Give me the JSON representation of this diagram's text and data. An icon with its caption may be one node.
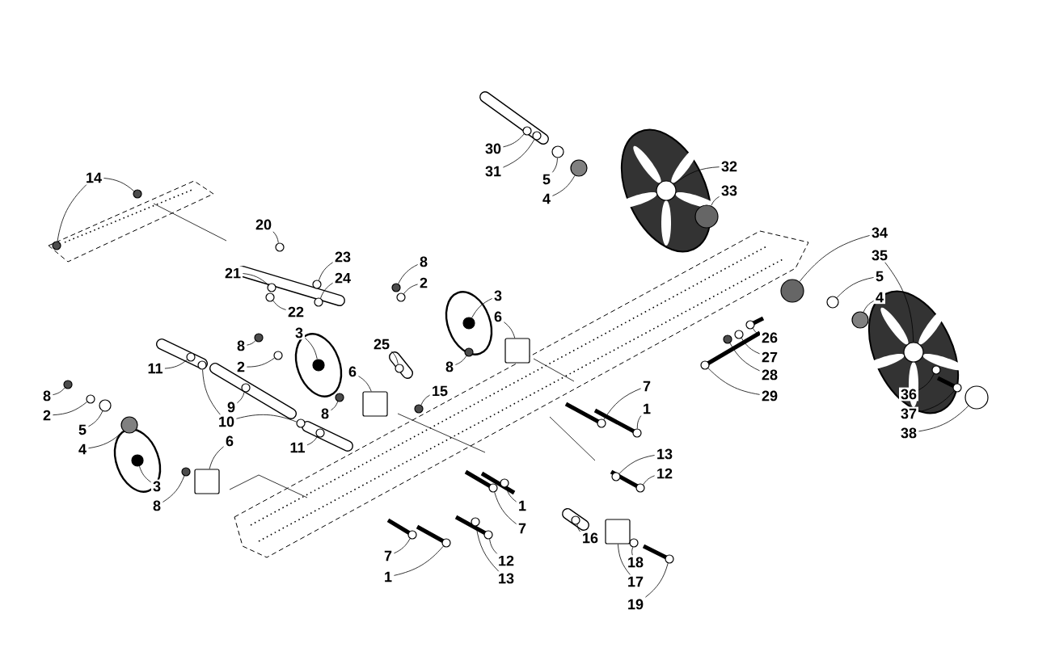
{
  "diagram": {
    "nodes": [
      {
        "text": [
          "14"
        ]
      },
      {
        "text": [
          "20"
        ]
      },
      {
        "text": [
          "21"
        ]
      },
      {
        "text": [
          "23"
        ]
      },
      {
        "text": [
          "24"
        ]
      },
      {
        "text": [
          "22"
        ]
      },
      {
        "text": [
          "8"
        ]
      },
      {
        "text": [
          "3"
        ]
      },
      {
        "text": [
          "2"
        ]
      },
      {
        "text": [
          "11"
        ]
      },
      {
        "text": [
          "8"
        ]
      },
      {
        "text": [
          "2"
        ]
      },
      {
        "text": [
          "3"
        ]
      },
      {
        "text": [
          "6"
        ]
      },
      {
        "text": [
          "8"
        ]
      },
      {
        "text": [
          "2"
        ]
      },
      {
        "text": [
          "9"
        ]
      },
      {
        "text": [
          "10"
        ]
      },
      {
        "text": [
          "8"
        ]
      },
      {
        "text": [
          "25"
        ]
      },
      {
        "text": [
          "6"
        ]
      },
      {
        "text": [
          "15"
        ]
      },
      {
        "text": [
          "8"
        ]
      },
      {
        "text": [
          "5"
        ]
      },
      {
        "text": [
          "4"
        ]
      },
      {
        "text": [
          "11"
        ]
      },
      {
        "text": [
          "6"
        ]
      },
      {
        "text": [
          "3"
        ]
      },
      {
        "text": [
          "8"
        ]
      },
      {
        "text": [
          "30"
        ]
      },
      {
        "text": [
          "31"
        ]
      },
      {
        "text": [
          "5"
        ]
      },
      {
        "text": [
          "4"
        ]
      },
      {
        "text": [
          "32"
        ]
      },
      {
        "text": [
          "33"
        ]
      },
      {
        "text": [
          "34"
        ]
      },
      {
        "text": [
          "35"
        ]
      },
      {
        "text": [
          "5"
        ]
      },
      {
        "text": [
          "4"
        ]
      },
      {
        "text": [
          "26"
        ]
      },
      {
        "text": [
          "27"
        ]
      },
      {
        "text": [
          "28"
        ]
      },
      {
        "text": [
          "29"
        ]
      },
      {
        "text": [
          "7"
        ]
      },
      {
        "text": [
          "1"
        ]
      },
      {
        "text": [
          "13"
        ]
      },
      {
        "text": [
          "12"
        ]
      },
      {
        "text": [
          "36"
        ]
      },
      {
        "text": [
          "37"
        ]
      },
      {
        "text": [
          "38"
        ]
      },
      {
        "text": [
          "1"
        ]
      },
      {
        "text": [
          "7"
        ]
      },
      {
        "text": [
          "16"
        ]
      },
      {
        "text": [
          "18"
        ]
      },
      {
        "text": [
          "12"
        ]
      },
      {
        "text": [
          "13"
        ]
      },
      {
        "text": [
          "17"
        ]
      },
      {
        "text": [
          "7"
        ]
      },
      {
        "text": [
          "1"
        ]
      },
      {
        "text": [
          "19"
        ]
      },
      {
        "text": [],
        "shape": "circle"
      },
      {
        "text": [],
        "shape": "circle"
      },
      {
        "text": [],
        "shape": "circle"
      },
      {
        "text": [],
        "shape": "circle"
      },
      {
        "text": [],
        "shape": "circle"
      },
      {
        "text": [],
        "shape": "circle"
      },
      {
        "text": [],
        "shape": "circle"
      },
      {
        "text": [],
        "shape": "circle"
      },
      {
        "text": [],
        "shape": "circle"
      },
      {
        "text": [],
        "shape": "circle"
      },
      {
        "text": [],
        "shape": "circle"
      },
      {
        "text": [],
        "shape": "circle"
      },
      {
        "text": [],
        "shape": "circle"
      },
      {
        "text": [],
        "shape": "circle"
      },
      {
        "text": [],
        "shape": "box"
      },
      {
        "text": [],
        "shape": "circle"
      },
      {
        "text": [],
        "shape": "circle"
      },
      {
        "text": [],
        "shape": "circle"
      },
      {
        "text": [],
        "shape": "circle"
      },
      {
        "text": [],
        "shape": "circle"
      },
      {
        "text": [],
        "shape": "circle"
      },
      {
        "text": [],
        "shape": "circle"
      },
      {
        "text": [],
        "shape": "box"
      },
      {
        "text": [],
        "shape": "circle"
      },
      {
        "text": [],
        "shape": "circle"
      },
      {
        "text": [],
        "shape": "circle"
      },
      {
        "text": [],
        "shape": "circle"
      },
      {
        "text": [],
        "shape": "circle"
      },
      {
        "text": [],
        "shape": "box"
      },
      {
        "text": [],
        "shape": "circle"
      },
      {
        "text": [],
        "shape": "circle"
      },
      {
        "text": [],
        "shape": "circle"
      },
      {
        "text": [],
        "shape": "circle"
      },
      {
        "text": [],
        "shape": "circle"
      },
      {
        "text": [],
        "shape": "circle"
      },
      {
        "text": [],
        "shape": "circle"
      },
      {
        "text": [],
        "shape": "circle"
      },
      {
        "text": [],
        "shape": "circle"
      },
      {
        "text": [],
        "shape": "circle"
      },
      {
        "text": [],
        "shape": "circle"
      },
      {
        "text": [],
        "shape": "circle"
      },
      {
        "text": [],
        "shape": "circle"
      },
      {
        "text": [],
        "shape": "circle"
      },
      {
        "text": [],
        "shape": "circle"
      },
      {
        "text": [],
        "shape": "circle"
      },
      {
        "text": [],
        "shape": "circle"
      },
      {
        "text": [],
        "shape": "circle"
      },
      {
        "text": [],
        "shape": "circle"
      },
      {
        "text": [],
        "shape": "circle"
      },
      {
        "text": [],
        "shape": "circle"
      },
      {
        "text": [],
        "shape": "circle"
      },
      {
        "text": [],
        "shape": "circle"
      },
      {
        "text": [],
        "shape": "circle"
      },
      {
        "text": [],
        "shape": "circle"
      },
      {
        "text": [],
        "shape": "circle"
      },
      {
        "text": [],
        "shape": "circle"
      },
      {
        "text": [],
        "shape": "circle"
      },
      {
        "text": [],
        "shape": "circle"
      },
      {
        "text": [],
        "shape": "box"
      },
      {
        "text": [],
        "shape": "circle"
      },
      {
        "text": [],
        "shape": "circle"
      },
      {
        "text": [],
        "shape": "circle"
      }
    ],
    "edges": [
      {
        "from": 0,
        "to": 60,
        "arrow": "none"
      },
      {
        "from": 0,
        "to": 61,
        "arrow": "none"
      },
      {
        "from": 1,
        "to": 62,
        "arrow": "none"
      },
      {
        "from": 2,
        "to": 63,
        "arrow": "none"
      },
      {
        "from": 3,
        "to": 64,
        "arrow": "none"
      },
      {
        "from": 4,
        "to": 65,
        "arrow": "none"
      },
      {
        "from": 5,
        "to": 66,
        "arrow": "none"
      },
      {
        "from": 6,
        "to": 67,
        "arrow": "none"
      },
      {
        "from": 7,
        "to": 68,
        "arrow": "none"
      },
      {
        "from": 8,
        "to": 69,
        "arrow": "none"
      },
      {
        "from": 9,
        "to": 70,
        "arrow": "none"
      },
      {
        "from": 10,
        "to": 71,
        "arrow": "none"
      },
      {
        "from": 11,
        "to": 72,
        "arrow": "none"
      },
      {
        "from": 12,
        "to": 73,
        "arrow": "none"
      },
      {
        "from": 13,
        "to": 74,
        "arrow": "none"
      },
      {
        "from": 14,
        "to": 75,
        "arrow": "none"
      },
      {
        "from": 15,
        "to": 76,
        "arrow": "none"
      },
      {
        "from": 16,
        "to": 77,
        "arrow": "none"
      },
      {
        "from": 17,
        "to": 78,
        "arrow": "none"
      },
      {
        "from": 17,
        "to": 79,
        "arrow": "none"
      },
      {
        "from": 18,
        "to": 80,
        "arrow": "none"
      },
      {
        "from": 19,
        "to": 81,
        "arrow": "none"
      },
      {
        "from": 20,
        "to": 82,
        "arrow": "none"
      },
      {
        "from": 21,
        "to": 83,
        "arrow": "none"
      },
      {
        "from": 22,
        "to": 84,
        "arrow": "none"
      },
      {
        "from": 23,
        "to": 85,
        "arrow": "none"
      },
      {
        "from": 24,
        "to": 86,
        "arrow": "none"
      },
      {
        "from": 25,
        "to": 87,
        "arrow": "none"
      },
      {
        "from": 26,
        "to": 88,
        "arrow": "none"
      },
      {
        "from": 27,
        "to": 89,
        "arrow": "none"
      },
      {
        "from": 28,
        "to": 90,
        "arrow": "none"
      },
      {
        "from": 29,
        "to": 91,
        "arrow": "none"
      },
      {
        "from": 30,
        "to": 92,
        "arrow": "none"
      },
      {
        "from": 31,
        "to": 93,
        "arrow": "none"
      },
      {
        "from": 32,
        "to": 94,
        "arrow": "none"
      },
      {
        "from": 33,
        "to": 95,
        "arrow": "none"
      },
      {
        "from": 34,
        "to": 96,
        "arrow": "none"
      },
      {
        "from": 35,
        "to": 97,
        "arrow": "none"
      },
      {
        "from": 36,
        "to": 98,
        "arrow": "none"
      },
      {
        "from": 37,
        "to": 99,
        "arrow": "none"
      },
      {
        "from": 38,
        "to": 100,
        "arrow": "none"
      },
      {
        "from": 39,
        "to": 101,
        "arrow": "none"
      },
      {
        "from": 40,
        "to": 102,
        "arrow": "none"
      },
      {
        "from": 41,
        "to": 103,
        "arrow": "none"
      },
      {
        "from": 42,
        "to": 104,
        "arrow": "none"
      },
      {
        "from": 43,
        "to": 105,
        "arrow": "none"
      },
      {
        "from": 44,
        "to": 106,
        "arrow": "none"
      },
      {
        "from": 45,
        "to": 107,
        "arrow": "none"
      },
      {
        "from": 46,
        "to": 108,
        "arrow": "none"
      },
      {
        "from": 47,
        "to": 109,
        "arrow": "none"
      },
      {
        "from": 48,
        "to": 110,
        "arrow": "none"
      },
      {
        "from": 49,
        "to": 111,
        "arrow": "none"
      },
      {
        "from": 50,
        "to": 112,
        "arrow": "none"
      },
      {
        "from": 51,
        "to": 113,
        "arrow": "none"
      },
      {
        "from": 52,
        "to": 114,
        "arrow": "none"
      },
      {
        "from": 53,
        "to": 115,
        "arrow": "none"
      },
      {
        "from": 54,
        "to": 116,
        "arrow": "none"
      },
      {
        "from": 55,
        "to": 117,
        "arrow": "none"
      },
      {
        "from": 56,
        "to": 118,
        "arrow": "none"
      },
      {
        "from": 57,
        "to": 119,
        "arrow": "none"
      },
      {
        "from": 58,
        "to": 120,
        "arrow": "none"
      },
      {
        "from": 59,
        "to": 121,
        "arrow": "none"
      }
    ]
  }
}
